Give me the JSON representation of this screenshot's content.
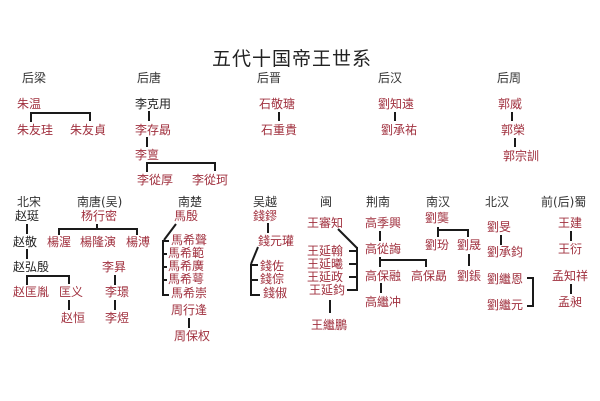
{
  "title": "五代十国帝王世系",
  "colors": {
    "ruler_text": "#a0303e",
    "dynasty_label": "#333333",
    "line": "#1a1a1a"
  },
  "dynasties": {
    "houliang": {
      "label": "后梁",
      "rulers": [
        "朱温",
        "朱友珪",
        "朱友貞"
      ]
    },
    "houtang": {
      "label": "后唐",
      "rulers": [
        "李克用",
        "李存勗",
        "李亶",
        "李從厚",
        "李從珂"
      ]
    },
    "houjin": {
      "label": "后晋",
      "rulers": [
        "石敬瑭",
        "石重貴"
      ]
    },
    "houhan": {
      "label": "后汉",
      "rulers": [
        "劉知遠",
        "劉承祐"
      ]
    },
    "houzhou": {
      "label": "后周",
      "rulers": [
        "郭威",
        "郭榮",
        "郭宗訓"
      ]
    },
    "beisong": {
      "label": "北宋",
      "rulers": [
        "赵珽",
        "赵敬",
        "赵弘殷",
        "赵匡胤",
        "匡义",
        "赵恒"
      ]
    },
    "nantang": {
      "label": "南唐(吴)",
      "rulers": [
        "杨行密",
        "楊渥",
        "楊隆演",
        "楊溥",
        "李昪",
        "李璟",
        "李煜"
      ]
    },
    "nanchu": {
      "label": "南楚",
      "rulers": [
        "馬殷",
        "馬希聲",
        "馬希範",
        "馬希廣",
        "馬希萼",
        "馬希崇",
        "周行逢",
        "周保权"
      ]
    },
    "wuyue": {
      "label": "吴越",
      "rulers": [
        "錢鏐",
        "錢元瓘",
        "錢佐",
        "錢倧",
        "錢俶"
      ]
    },
    "min": {
      "label": "闽",
      "rulers": [
        "王審知",
        "王延翰",
        "王延曦",
        "王延政",
        "王延鈞",
        "王繼鵬"
      ]
    },
    "jingnan": {
      "label": "荆南",
      "rulers": [
        "高季興",
        "高從誨",
        "高保融",
        "高保勗",
        "高繼冲"
      ]
    },
    "nanhan": {
      "label": "南汉",
      "rulers": [
        "劉龑",
        "劉玢",
        "劉晟",
        "劉鋹"
      ]
    },
    "beihan": {
      "label": "北汉",
      "rulers": [
        "劉旻",
        "劉承鈞",
        "劉繼恩",
        "劉繼元"
      ]
    },
    "shu": {
      "label": "前(后)蜀",
      "rulers": [
        "王建",
        "王衍",
        "孟知祥",
        "孟昶"
      ]
    }
  }
}
